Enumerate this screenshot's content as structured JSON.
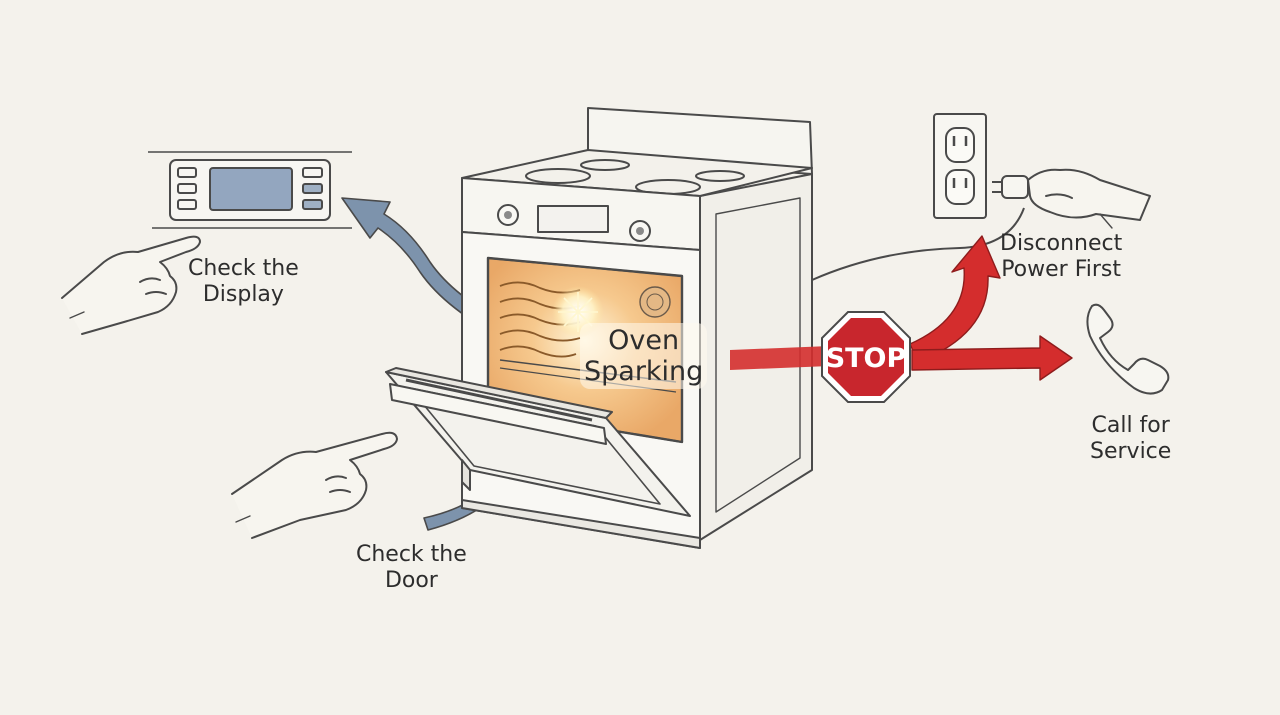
{
  "labels": {
    "check_display": [
      "Check the",
      "Display"
    ],
    "oven_sparking": [
      "Oven",
      "Sparking"
    ],
    "check_door": [
      "Check the",
      "Door"
    ],
    "disconnect": [
      "Disconnect",
      "Power First"
    ],
    "call_service": [
      "Call for",
      "Service"
    ]
  },
  "stop_sign": "STOP",
  "colors": {
    "ink": "#4a4a4a",
    "stop_red": "#c8262d",
    "arrow_red": "#d42d2d",
    "arrow_blue": "#7d93ac",
    "oven_glow": "#f3b878",
    "display_screen": "#93a6bf"
  }
}
